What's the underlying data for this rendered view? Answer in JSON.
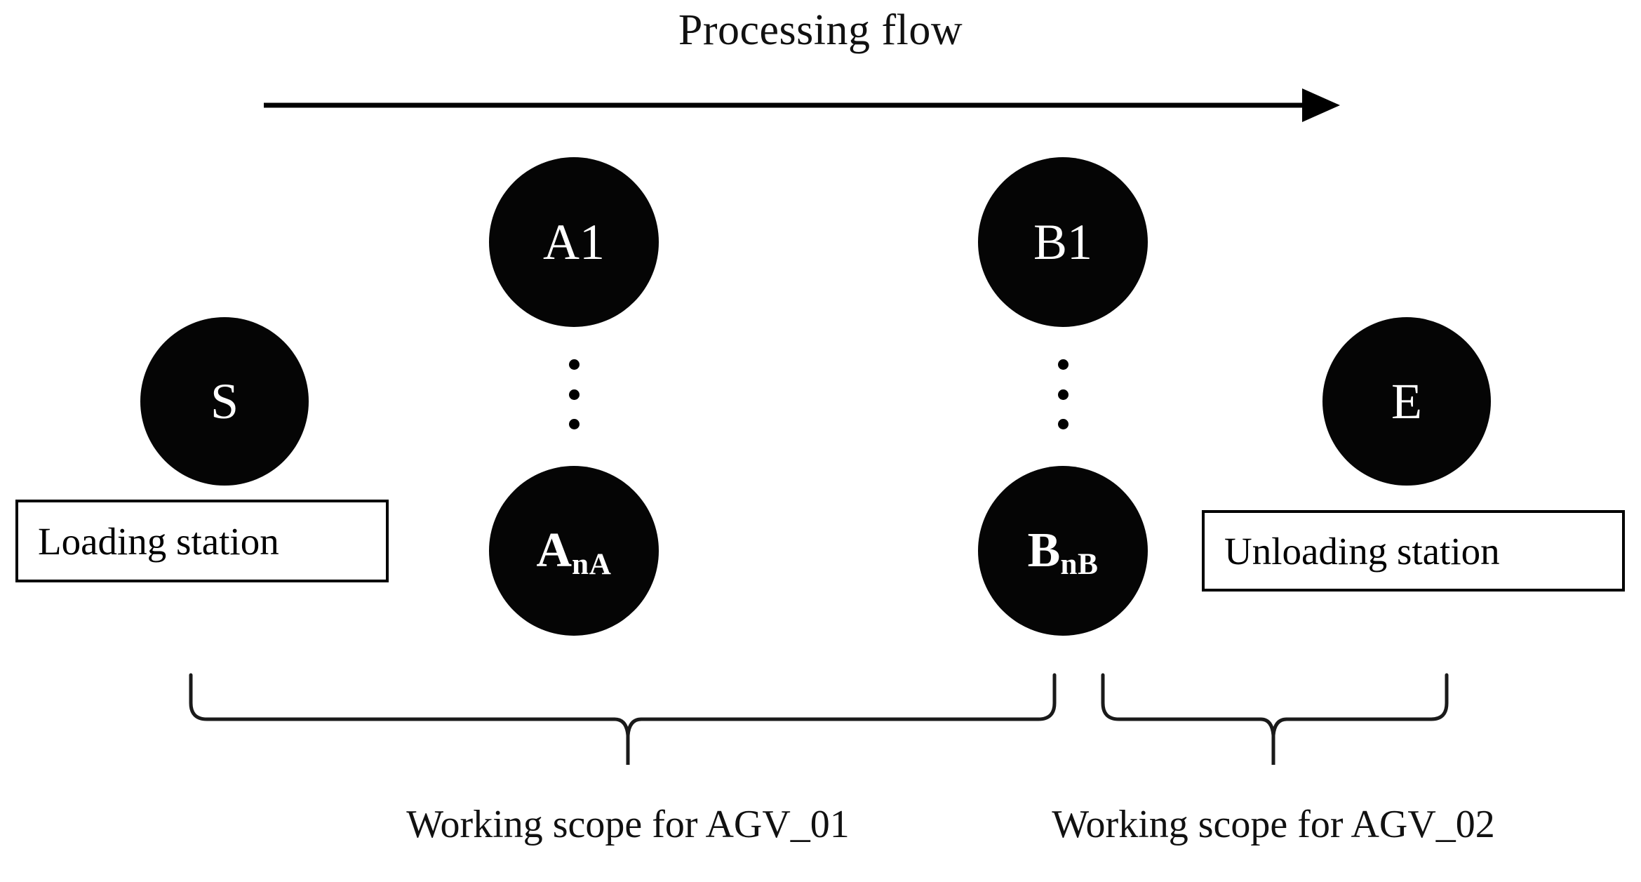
{
  "diagram": {
    "title": "Processing flow",
    "arrow": {
      "name": "processing-flow-arrow",
      "direction": "left-to-right",
      "color": "#000000"
    },
    "node_fill_color": "#050505",
    "node_text_color": "#ffffff",
    "nodes": [
      {
        "id": "S",
        "label": "S",
        "sub": "",
        "role": "loading-station-node"
      },
      {
        "id": "A1",
        "label": "A",
        "sub": "1",
        "role": "machine-node-first-group-a"
      },
      {
        "id": "AnA",
        "label": "A",
        "sub": "nA",
        "role": "machine-node-last-group-a"
      },
      {
        "id": "B1",
        "label": "B",
        "sub": "1",
        "role": "machine-node-first-group-b"
      },
      {
        "id": "BnB",
        "label": "B",
        "sub": "nB",
        "role": "machine-node-last-group-b"
      },
      {
        "id": "E",
        "label": "E",
        "sub": "",
        "role": "unloading-station-node"
      }
    ],
    "node_text": {
      "s": "S",
      "e": "E",
      "a1": "A1",
      "b1": "B1"
    },
    "ellipsis": {
      "glyph": "⋮",
      "dot_count": 3,
      "columns": [
        "group-a",
        "group-b"
      ]
    },
    "boxes": {
      "loading": "Loading station",
      "unloading": "Unloading station"
    },
    "scopes": [
      {
        "label": "Working scope for AGV_01",
        "covers": "S through B_nB"
      },
      {
        "label": "Working scope for AGV_02",
        "covers": "B_nB through E"
      }
    ]
  }
}
